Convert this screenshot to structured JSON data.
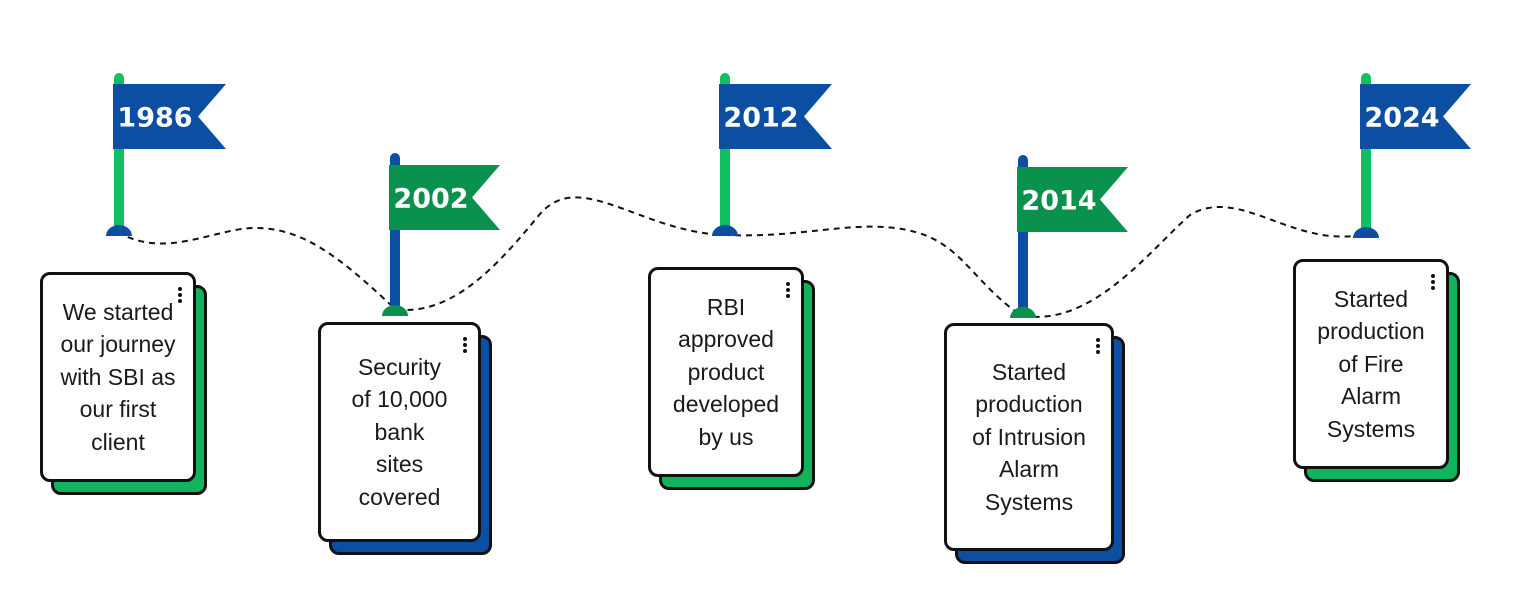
{
  "colors": {
    "blue": "#0b4ea2",
    "green": "#0a914e",
    "pole_green": "#0fc063",
    "shadow_green": "#11b45c",
    "outline": "#111111",
    "path": "#111111"
  },
  "milestones": [
    {
      "year": "1986",
      "description": "We started\nour journey\nwith SBI as\nour first\nclient",
      "flag_color": "blue",
      "pole_color": "green",
      "card_back_color": "green"
    },
    {
      "year": "2002",
      "description": "Security\nof 10,000\nbank\nsites\ncovered",
      "flag_color": "green",
      "pole_color": "blue",
      "card_back_color": "blue"
    },
    {
      "year": "2012",
      "description": "RBI\napproved\nproduct\ndeveloped\nby us",
      "flag_color": "blue",
      "pole_color": "green",
      "card_back_color": "green"
    },
    {
      "year": "2014",
      "description": "Started\nproduction\nof Intrusion\nAlarm\nSystems",
      "flag_color": "green",
      "pole_color": "blue",
      "card_back_color": "blue"
    },
    {
      "year": "2024",
      "description": "Started\nproduction\nof  Fire\nAlarm\nSystems",
      "flag_color": "blue",
      "pole_color": "green",
      "card_back_color": "green"
    }
  ]
}
